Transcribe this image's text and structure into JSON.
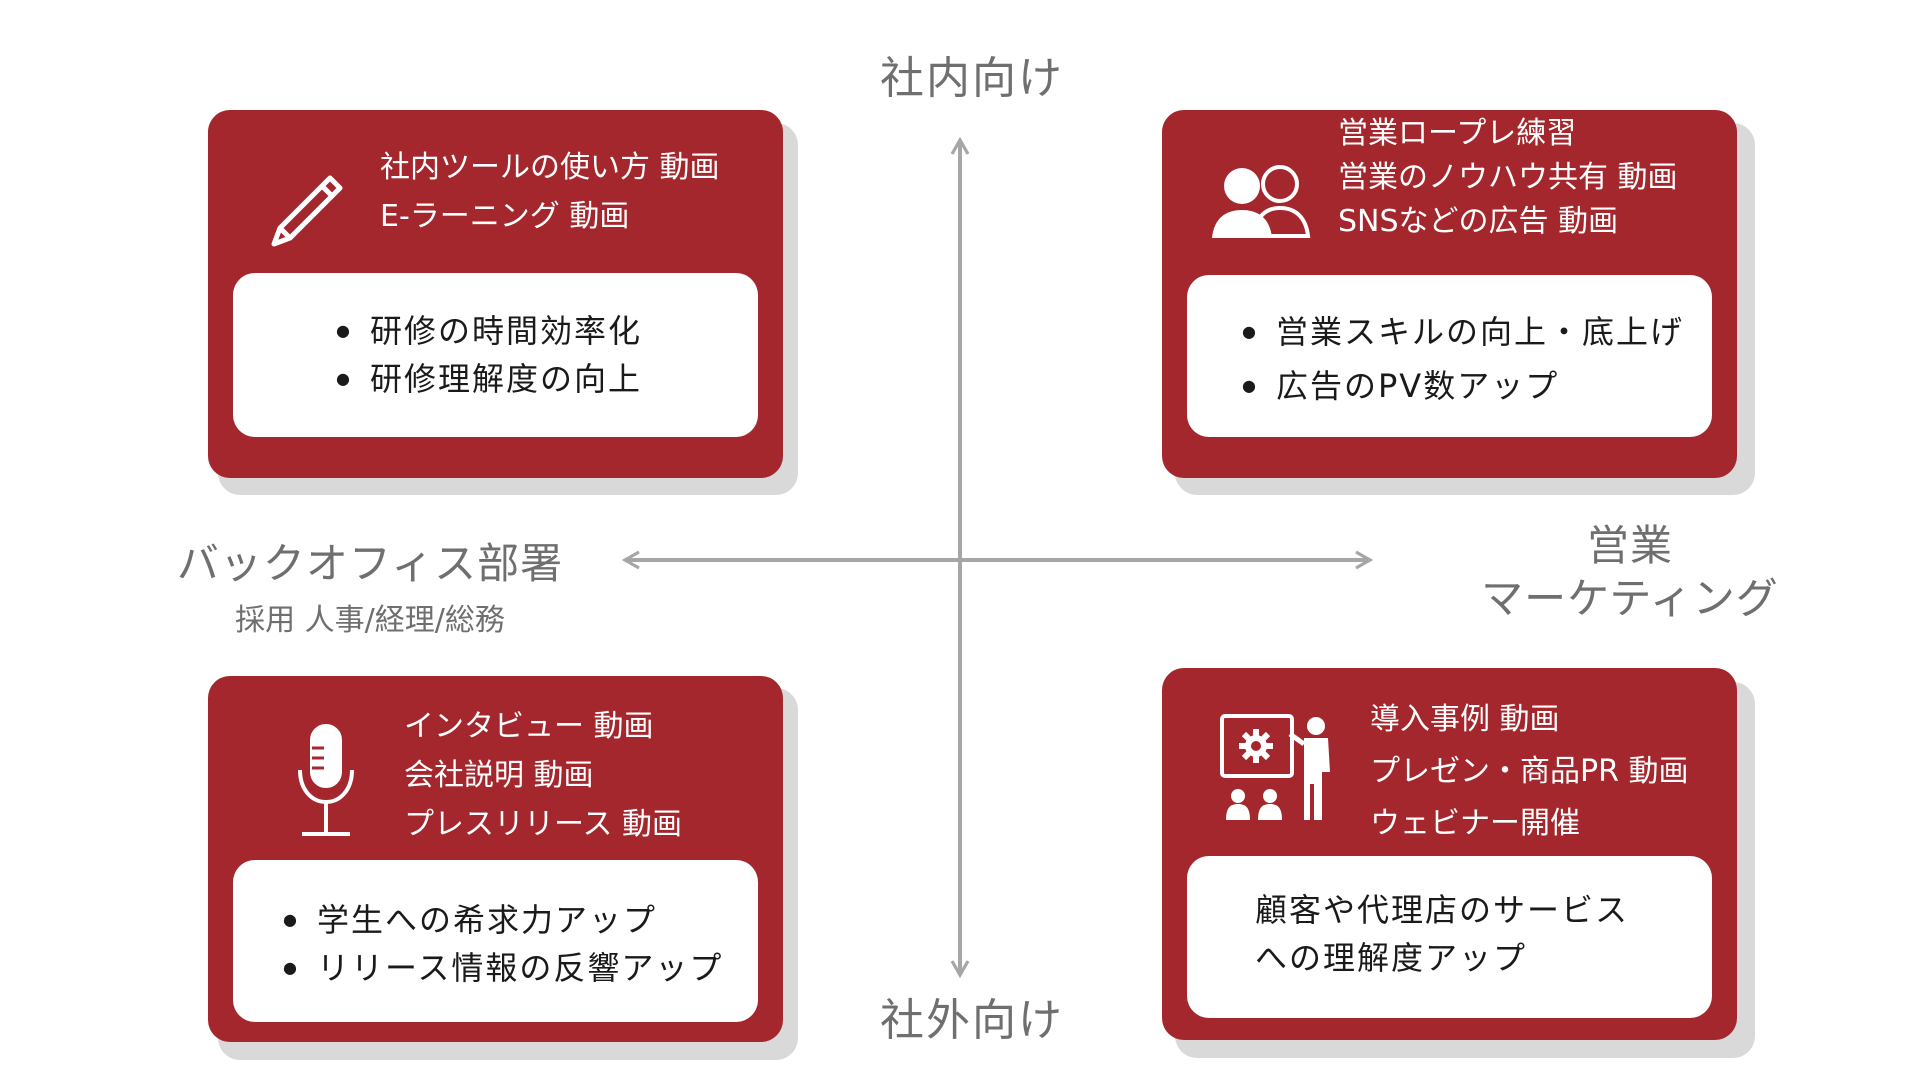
{
  "axes": {
    "top": "社内向け",
    "bottom": "社外向け",
    "left_main": "バックオフィス部署",
    "left_sub": "採用 人事/経理/総務",
    "right_line1": "営業",
    "right_line2": "マーケティング"
  },
  "colors": {
    "card": "#a3272d",
    "axis": "#a6a6a6",
    "label": "#6f6f6f",
    "shadow": "#d9d9d9"
  },
  "quadrants": {
    "top_left": {
      "icon": "pencil-icon",
      "titles": [
        "社内ツールの使い方 動画",
        "E-ラーニング 動画"
      ],
      "bullets": [
        "研修の時間効率化",
        "研修理解度の向上"
      ]
    },
    "top_right": {
      "icon": "users-icon",
      "titles": [
        "営業ロープレ練習",
        "営業のノウハウ共有 動画",
        "SNSなどの広告 動画"
      ],
      "bullets": [
        "営業スキルの向上・底上げ",
        "広告のPV数アップ"
      ]
    },
    "bottom_left": {
      "icon": "microphone-icon",
      "titles": [
        "インタビュー 動画",
        "会社説明 動画",
        "プレスリリース 動画"
      ],
      "bullets": [
        "学生への希求力アップ",
        "リリース情報の反響アップ"
      ]
    },
    "bottom_right": {
      "icon": "presentation-icon",
      "titles": [
        "導入事例 動画",
        "プレゼン・商品PR 動画",
        "ウェビナー開催"
      ],
      "text_line1": "顧客や代理店のサービス",
      "text_line2": "への理解度アップ"
    }
  }
}
